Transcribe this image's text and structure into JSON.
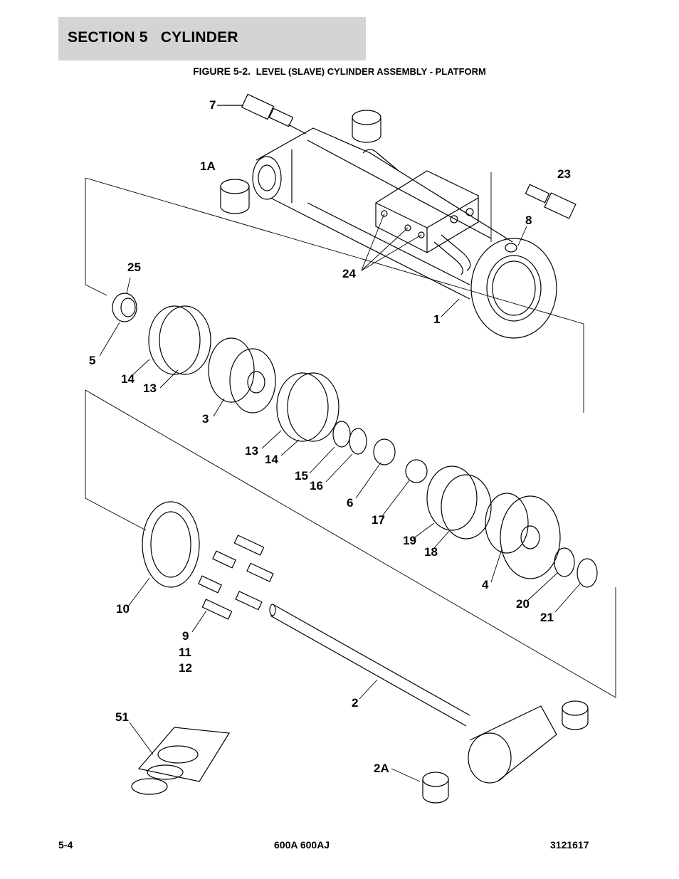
{
  "section": {
    "title": "SECTION 5   CYLINDER"
  },
  "figure": {
    "number": "FIGURE 5-2.",
    "title": "LEVEL (SLAVE) CYLINDER ASSEMBLY - PLATFORM"
  },
  "callouts": [
    "7",
    "1A",
    "23",
    "8",
    "24",
    "1",
    "25",
    "5",
    "14",
    "13",
    "3",
    "13",
    "14",
    "15",
    "16",
    "6",
    "17",
    "19",
    "18",
    "4",
    "20",
    "21",
    "10",
    "9",
    "11",
    "12",
    "2",
    "51",
    "2A"
  ],
  "footer": {
    "page": "5-4",
    "model": "600A 600AJ",
    "doc_number": "3121617"
  }
}
